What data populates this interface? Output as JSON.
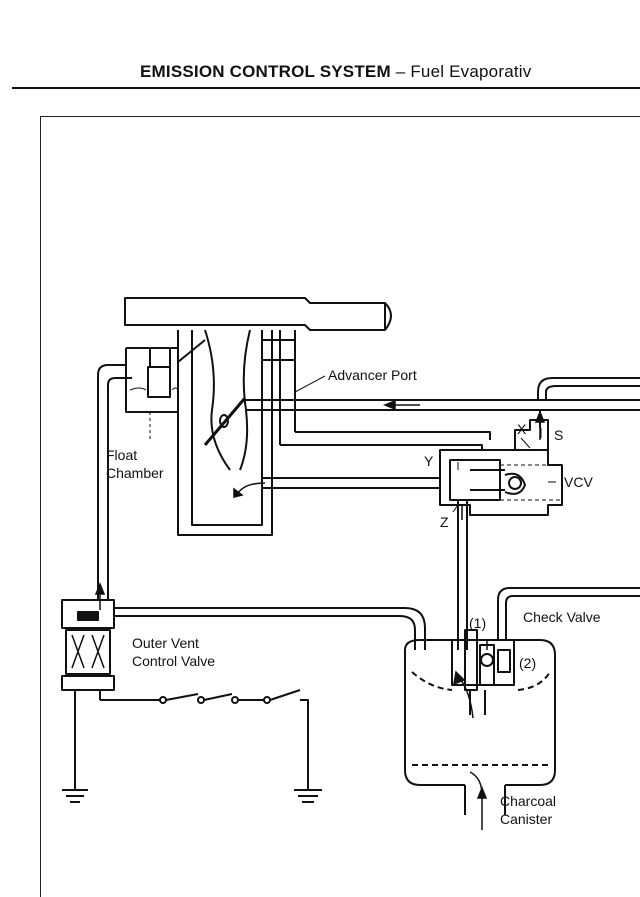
{
  "header": {
    "section": "EMISSION CONTROL SYSTEM",
    "dash": "–",
    "subtitle": "Fuel Evaporativ"
  },
  "labels": {
    "advancer_port": "Advancer Port",
    "float": "Float",
    "chamber": "Chamber",
    "port_x": "X",
    "port_s": "S",
    "port_y": "Y",
    "port_z": "Z",
    "vcv": "VCV",
    "outer_vent_1": "Outer Vent",
    "outer_vent_2": "Control Valve",
    "check_valve": "Check Valve",
    "mark_1": "(1)",
    "mark_2": "(2)",
    "charcoal": "Charcoal",
    "canister": "Canister"
  }
}
